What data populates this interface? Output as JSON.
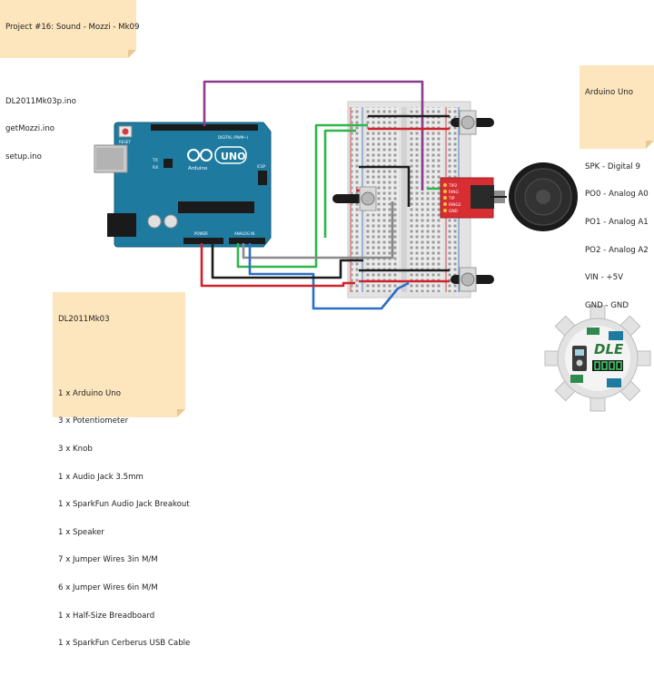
{
  "project_note": {
    "title": "Project #16: Sound - Mozzi - Mk09",
    "files": [
      "DL2011Mk03p.ino",
      "getMozzi.ino",
      "setup.ino"
    ]
  },
  "pin_note": {
    "title": "Arduino Uno",
    "pins": [
      "SPK - Digital 9",
      "PO0 - Analog A0",
      "PO1 - Analog A1",
      "PO2 - Analog A2",
      "VIN - +5V",
      "GND - GND"
    ]
  },
  "parts_note": {
    "title": "DL2011Mk03",
    "parts": [
      "1 x Arduino Uno",
      "3 x Potentiometer",
      "3 x Knob",
      "1 x Audio Jack 3.5mm",
      "1 x SparkFun Audio Jack Breakout",
      "1 x Speaker",
      "7 x Jumper Wires 3in M/M",
      "6 x Jumper Wires 6in M/M",
      "1 x Half-Size Breadboard",
      "1 x SparkFun Cerberus USB Cable"
    ]
  },
  "arduino": {
    "brand": "Arduino",
    "model": "UNO",
    "reset_label": "RESET",
    "digital_label": "DIGITAL (PWM~)",
    "tx_label": "TX",
    "rx_label": "RX",
    "power_label": "POWER",
    "analog_label": "ANALOG IN",
    "icsp_label": "ICSP"
  },
  "breakout": {
    "pins": [
      "GND",
      "RING",
      "TIP",
      "RING2",
      "TIP2"
    ]
  },
  "logo": {
    "text": "DLE"
  },
  "colors": {
    "board": "#1f7aa0",
    "wire_purple": "#8a3d8a",
    "wire_green": "#2fb64a",
    "wire_red": "#d0222b",
    "wire_black": "#1c1c1c",
    "wire_gray": "#8a8a8a",
    "wire_blue": "#2c6fc7",
    "breakout_red": "#d82d32",
    "note_bg": "#fde6bd"
  }
}
